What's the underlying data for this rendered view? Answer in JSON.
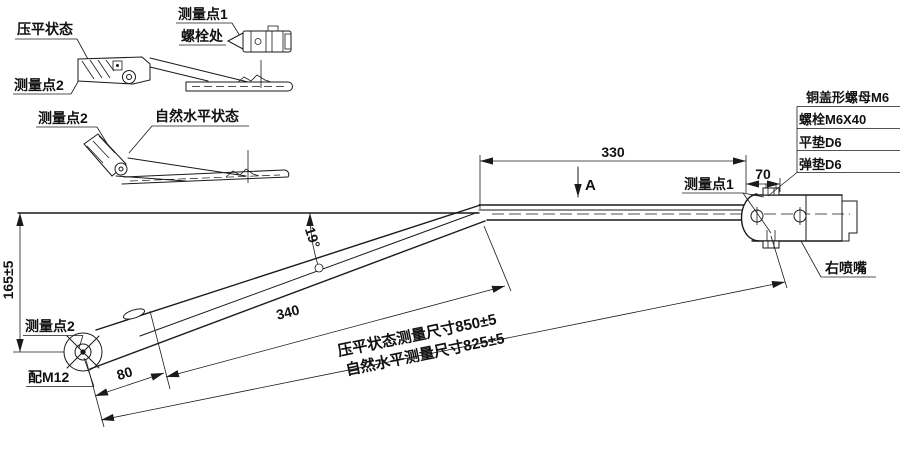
{
  "view_flat": {
    "state_label": "压平状态",
    "point2_label": "测量点2",
    "point1_label": "测量点1",
    "bolt_at_label": "螺栓处"
  },
  "view_natural": {
    "point2_label": "测量点2",
    "state_label": "自然水平状态"
  },
  "main": {
    "dim_330": "330",
    "section_mark": "A",
    "point1_label": "测量点1",
    "dim_70": "70",
    "dim_165": "165±5",
    "point2_label": "测量点2",
    "fit_nut_label": "配M12",
    "dim_80": "80",
    "dim_340": "340",
    "angle_19": "19°",
    "flat_total_label": "压平状态测量尺寸850±5",
    "natural_total_label": "自然水平测量尺寸825±5",
    "nozzle_label": "右喷嘴"
  },
  "parts": {
    "items": [
      "铜盖形螺母M6",
      "螺栓M6X40",
      "平垫D6",
      "弹垫D6"
    ]
  },
  "colors": {
    "line": "#1a1a1a",
    "background": "#ffffff"
  }
}
